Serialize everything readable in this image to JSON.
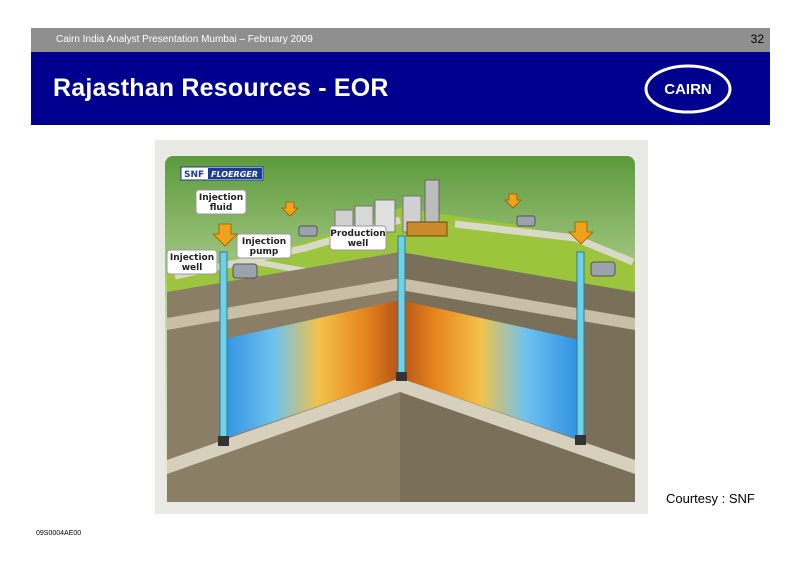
{
  "header": {
    "subtitle": "Cairn India Analyst Presentation Mumbai – February 2009",
    "page_number": "32"
  },
  "slide": {
    "title": "Rajasthan Resources - EOR"
  },
  "logo": {
    "text": "CAIRN"
  },
  "figure": {
    "brand": {
      "a": "SNF",
      "b": "FLOERGER"
    },
    "labels": {
      "injection_fluid": [
        "Injection",
        "fluid"
      ],
      "injection_pump": [
        "Injection",
        "pump"
      ],
      "production_well": [
        "Production",
        "well"
      ],
      "injection_well": [
        "Injection",
        "well"
      ]
    }
  },
  "footer": {
    "courtesy": "Courtesy : SNF",
    "doc_id": "09S0004AE00"
  },
  "colors": {
    "banner": "#00008f",
    "topbar": "#8f8f8f",
    "grass": "#8fbc2a",
    "water": "#3aa0e8",
    "oil": "#e07818"
  }
}
